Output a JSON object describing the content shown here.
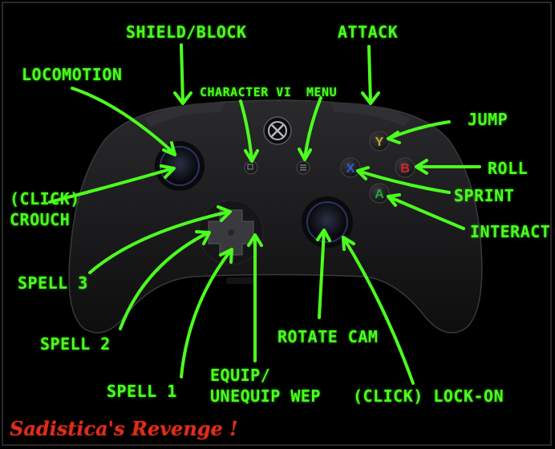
{
  "labels": {
    "shield_block": "SHIELD/BLOCK",
    "attack": "ATTACK",
    "locomotion": "LOCOMOTION",
    "character_vi": "CHARACTER VI",
    "menu": "MENU",
    "jump": "JUMP",
    "roll": "ROLL",
    "click_crouch_1": "(CLICK)",
    "click_crouch_2": "CROUCH",
    "sprint": "SPRINT",
    "interact": "INTERACT",
    "spell_3": "SPELL 3",
    "spell_2": "SPELL 2",
    "spell_1": "SPELL 1",
    "rotate_cam": "ROTATE CAM",
    "equip_1": "EQUIP/",
    "equip_2": "UNEQUIP WEP",
    "lock_on": "(CLICK) LOCK-ON"
  },
  "buttons": {
    "y": "Y",
    "b": "B",
    "x": "X",
    "a": "A"
  },
  "credit": "Sadistica's Revenge !",
  "colors": {
    "label_green": "#4cff1e",
    "button_y": "#c8a820",
    "button_b": "#d02828",
    "button_x": "#2a5ad8",
    "button_a": "#22a83a",
    "credit_red": "#d9301a"
  }
}
